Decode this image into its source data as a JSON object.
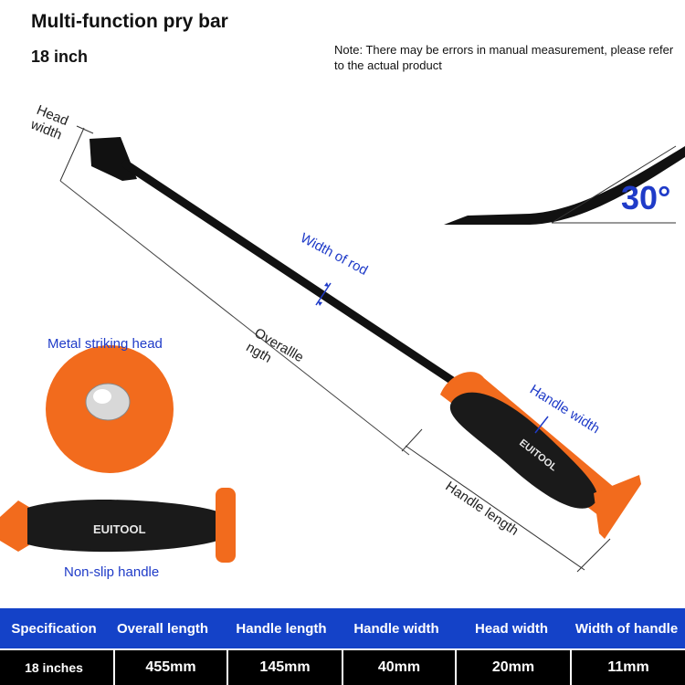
{
  "header": {
    "title": "Multi-function pry bar",
    "subtitle": "18 inch",
    "note": "Note: There may be errors in manual measurement, please refer to the actual product"
  },
  "labels": {
    "head_width": "Head width",
    "width_of_rod": "Width of rod",
    "overall_length": "Overallle ngth",
    "handle_width": "Handle width",
    "handle_length": "Handle length",
    "angle": "30°",
    "metal_striking_head": "Metal striking head",
    "non_slip_handle": "Non-slip handle",
    "brand": "EUITOOL"
  },
  "spec_table": {
    "headers": [
      "Specification",
      "Overall length",
      "Handle length",
      "Handle width",
      "Head width",
      "Width of handle"
    ],
    "values": [
      "18 inches",
      "455mm",
      "145mm",
      "40mm",
      "20mm",
      "11mm"
    ]
  },
  "colors": {
    "accent_orange": "#f26b1d",
    "table_blue": "#1442c8",
    "label_blue": "#1f3bc8"
  }
}
